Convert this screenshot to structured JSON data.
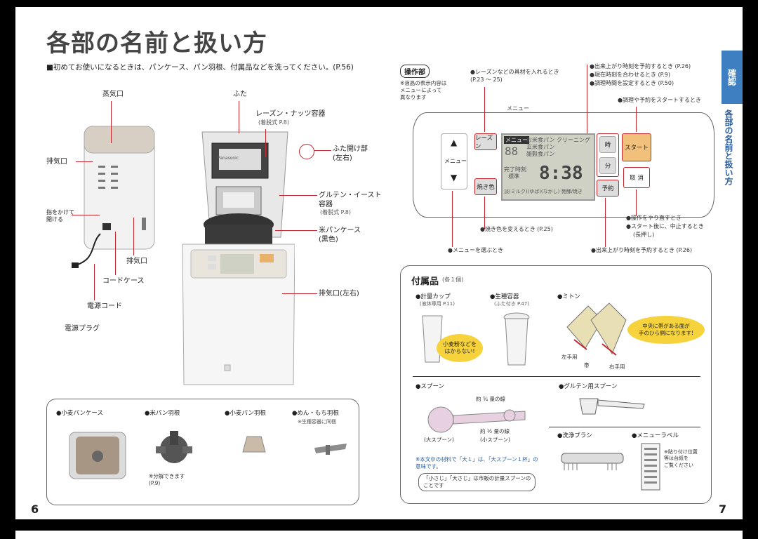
{
  "title": "各部の名前と扱い方",
  "intro": "■初めてお使いになるときは、パンケース、パン羽根、付属品などを洗ってください。(P.56)",
  "page_left": "6",
  "page_right": "7",
  "side_tab": "確認",
  "side_title": "各部の名前と扱い方",
  "machine_labels": {
    "steam": "蒸気口",
    "exhaust_left": "排気口",
    "finger": "指をかけて\n開ける",
    "exhaust_bottom": "排気口",
    "cord_case": "コードケース",
    "power_cord": "電源コード",
    "power_plug": "電源プラグ",
    "lid": "ふた",
    "raisin": "レーズン・ナッツ容器",
    "raisin_sub": "(着脱式 P.8)",
    "lid_open": "ふた開け部\n(左右)",
    "gluten": "グルテン・イースト\n容器",
    "gluten_sub": "(着脱式 P.8)",
    "rice_case": "米パンケース\n(黒色)",
    "exhaust_side": "排気口(左右)",
    "brand": "Panasonic"
  },
  "parts": {
    "wheat_case": "●小麦パンケース",
    "rice_blade": "●米パン羽根",
    "wheat_blade": "●小麦パン羽根",
    "noodle_blade": "●めん・もち羽根",
    "noodle_sub": "※生種容器に同梱",
    "rice_blade_note": "※分解できます\n(P.9)"
  },
  "control": {
    "label": "操作部",
    "lcd_note": "※液晶の表示内容は\nメニューによって\n異なります",
    "raisin_note": "●レーズンなどの具材を入れるとき\n(P.23 ～ 25)",
    "menu_top": "メニュー",
    "finish_reserve": "●出来上がり時刻を予約するとき (P.26)",
    "set_clock": "●現在時刻を合わせるとき (P.9)",
    "set_cook": "●調理時間を設定するとき (P.50)",
    "start_note": "●調理や予約をスタートするとき",
    "redo": "●操作をやり直すとき",
    "stop": "●スタート後に、中止するとき",
    "stop_sub": "(長押し)",
    "bake_color": "●焼き色を変えるとき (P.25)",
    "menu_select": "●メニューを選ぶとき",
    "finish_reserve2": "●出来上がり時刻を予約するとき (P.26)",
    "btn_up": "▲",
    "btn_menu": "メニュー",
    "btn_down": "▼",
    "btn_raisin": "レーズン",
    "btn_bake": "焼き色",
    "btn_hour": "時",
    "btn_min": "分",
    "btn_reserve": "予約",
    "btn_start": "スタート",
    "btn_cancel": "取 消",
    "lcd_menu_tag": "メニュー",
    "lcd_num": "88",
    "lcd_line1": "お米食パン クリーニング",
    "lcd_line2": "玄米食パン",
    "lcd_line3": "雑穀食パン",
    "lcd_line4": "完了時刻",
    "lcd_line5": "標準",
    "lcd_time": "8:38",
    "lcd_line6": "淡(ミルク)(ゆば)(なかし)  発酵/焼き"
  },
  "accessories": {
    "title": "付属品",
    "title_sub": "(各１個)",
    "cup": "●計量カップ",
    "cup_sub": "(液体専用 P.11)",
    "cup_bubble": "小麦粉などを\nはからない!",
    "starter": "●生種容器",
    "starter_sub": "(ふた付き P.47)",
    "mitten": "●ミトン",
    "mitten_bubble": "中央に帯がある面が\n手のひら側になります!",
    "left_hand": "左手用",
    "band": "帯",
    "right_hand": "右手用",
    "spoon": "●スプーン",
    "line34": "約 ¾ 量の線",
    "line12": "約 ½ 量の線",
    "big_spoon": "(大スプーン)",
    "small_spoon": "(小スプーン)",
    "spoon_note1": "※本文中の材料で「大１」は、「大スプーン１杯」の\n意味です。",
    "spoon_note2": "「小さじ」「大さじ」は市販の計量スプーンの\nことです",
    "gluten_spoon": "●グルテン用スプーン",
    "brush": "●洗浄ブラシ",
    "menu_label": "●メニューラベル",
    "menu_label_note": "※貼り付け位置\n等は台紙を\nご覧ください"
  }
}
